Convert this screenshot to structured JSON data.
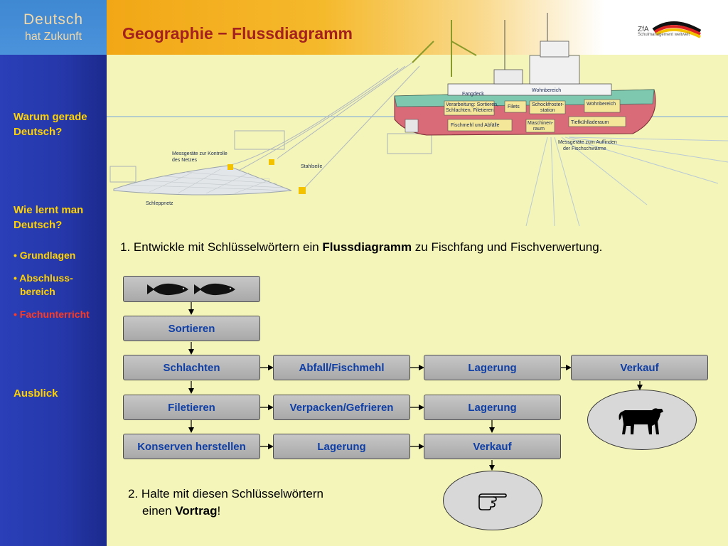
{
  "logo": {
    "line1": "Deutsch",
    "line2": "hat Zukunft"
  },
  "header": {
    "title": "Geographie − Flussdiagramm"
  },
  "brand": {
    "name": "ZfA",
    "sub": "Schulmanagement weltweit"
  },
  "sidebar": {
    "item1_line1": "Warum gerade",
    "item1_line2": "Deutsch?",
    "item2_line1": "Wie lernt man",
    "item2_line2": "Deutsch?",
    "sub1": "• Grundlagen",
    "sub2_line1": "• Abschluss-",
    "sub2_line2": "bereich",
    "sub3": "• Fachunterricht",
    "item3": "Ausblick"
  },
  "illustration": {
    "labels": {
      "fangdeck": "Fangdeck",
      "wohnbereich_top": "Wohnbereich",
      "verarbeitung": "Verarbeitung: Sortieren,",
      "verarbeitung2": "Schlachten, Filetieren",
      "filets": "Filets",
      "schockfroster": "Schockfroster-",
      "schockfroster2": "station",
      "wohnbereich": "Wohnbereich",
      "fischmehl": "Fischmehl und Abfälle",
      "maschinen": "Maschinen-",
      "maschinen2": "raum",
      "tiefkuehl": "Tiefkühlladeraum",
      "messgeraete_kontrolle": "Messgeräte zur Kontrolle",
      "messgeraete_kontrolle2": "des Netzes",
      "stahlseile": "Stahlseile",
      "schleppnetz": "Schleppnetz",
      "messgeraete_fisch": "Messgeräte zum Auffinden",
      "messgeraete_fisch2": "der Fischschwärme"
    }
  },
  "task1": {
    "number": "1.",
    "before": "Entwickle mit Schlüsselwörtern ein ",
    "bold": "Flussdiagramm",
    "after": " zu Fischfang und Fischverwertung."
  },
  "task2": {
    "number": "2.",
    "line1": "Halte mit diesen Schlüsselwörtern",
    "line2_before": "einen ",
    "bold": "Vortrag",
    "after": "!"
  },
  "flow": {
    "sortieren": "Sortieren",
    "schlachten": "Schlachten",
    "abfall": "Abfall/Fischmehl",
    "lagerung1": "Lagerung",
    "verkauf1": "Verkauf",
    "filetieren": "Filetieren",
    "verpacken": "Verpacken/Gefrieren",
    "lagerung2": "Lagerung",
    "konserven": "Konserven herstellen",
    "lagerung3": "Lagerung",
    "verkauf2": "Verkauf"
  },
  "icons": {
    "fish": "fish-icon",
    "cow": "cow-icon",
    "hand": "pointing-hand-icon"
  }
}
